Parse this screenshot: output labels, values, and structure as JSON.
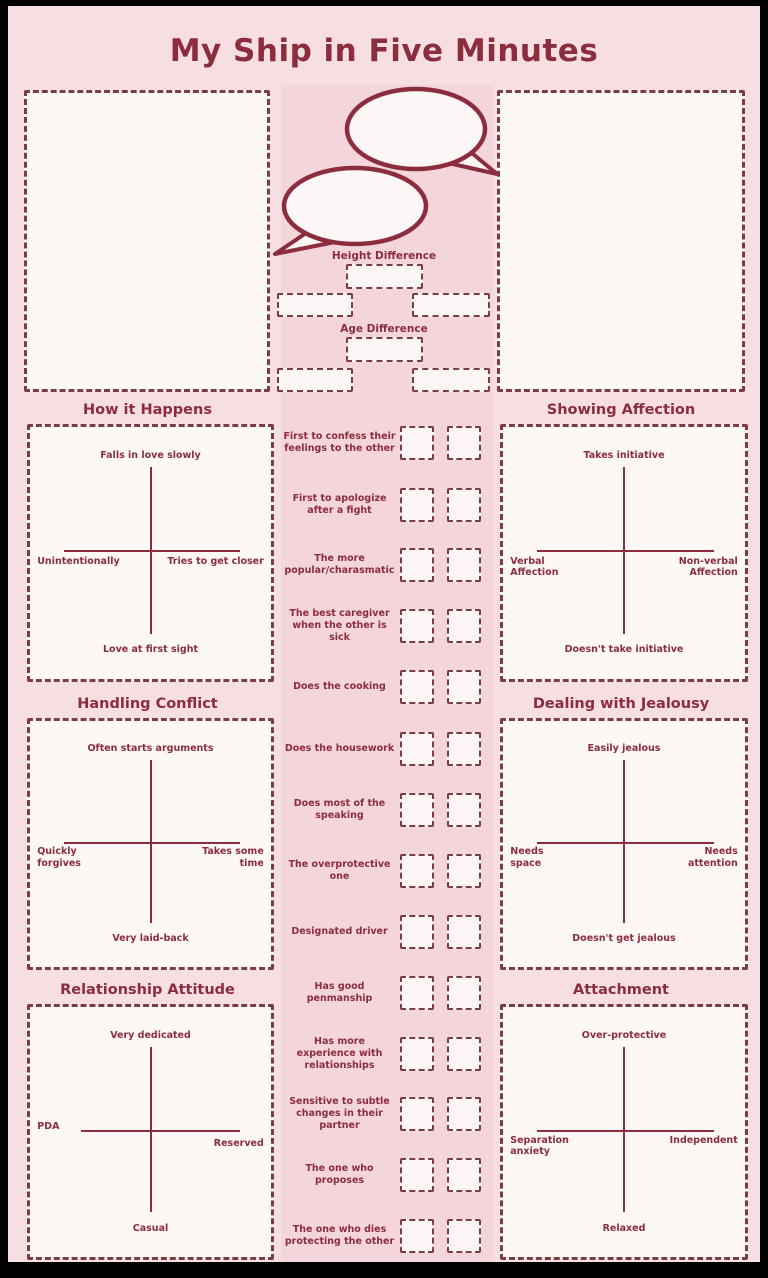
{
  "title": "My Ship in Five Minutes",
  "colors": {
    "maroon_text": "#8c2d3e",
    "dashed_border": "#7d3b44",
    "page_background": "#f7dee3",
    "middle_strip": "#f4d5db",
    "field_fill": "#fdf7f6"
  },
  "top_section": {
    "height_difference_label": "Height Difference",
    "age_difference_label": "Age Difference"
  },
  "quadrants": [
    {
      "title": "How it Happens",
      "top": "Falls in love slowly",
      "left": "Unintentionally",
      "right": "Tries to get closer",
      "bottom": "Love at first sight"
    },
    {
      "title": "Showing Affection",
      "top": "Takes initiative",
      "left": "Verbal\nAffection",
      "right": "Non-verbal\nAffection",
      "bottom": "Doesn't take initiative"
    },
    {
      "title": "Handling Conflict",
      "top": "Often starts arguments",
      "left": "Quickly\nforgives",
      "right": "Takes some\ntime",
      "bottom": "Very laid-back"
    },
    {
      "title": "Dealing with Jealousy",
      "top": "Easily jealous",
      "left": "Needs\nspace",
      "right": "Needs\nattention",
      "bottom": "Doesn't get jealous"
    },
    {
      "title": "Relationship Attitude",
      "top": "Very dedicated",
      "left": "PDA",
      "right": "Reserved",
      "bottom": "Casual"
    },
    {
      "title": "Attachment",
      "top": "Over-protective",
      "left": "Separation\nanxiety",
      "right": "Independent",
      "bottom": "Relaxed"
    }
  ],
  "middle_items": [
    "First to confess their feelings to the other",
    "First to apologize after a fight",
    "The more popular/charasmatic",
    "The best caregiver when the other is sick",
    "Does the cooking",
    "Does the housework",
    "Does most of the speaking",
    "The overprotective one",
    "Designated driver",
    "Has good penmanship",
    "Has more experience with relationships",
    "Sensitive to subtle changes in their partner",
    "The one who proposes",
    "The one who dies protecting the other"
  ]
}
